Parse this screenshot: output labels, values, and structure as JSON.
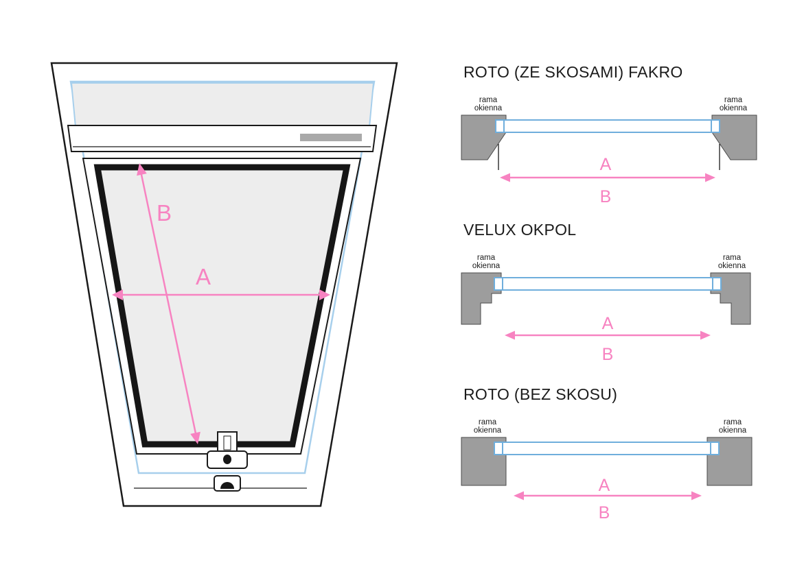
{
  "colors": {
    "pink": "#F783C1",
    "bar_blue": "#6FAEDC",
    "seal_blue": "#A7CFEC",
    "frame_gray": "#9D9D9D",
    "glass_gray": "#EDEDED",
    "outline": "#1A1A1A"
  },
  "left_diagram": {
    "label_a": "A",
    "label_b": "B"
  },
  "sections": [
    {
      "title": "ROTO (ZE SKOSAMI) FAKRO",
      "frame_label_line1": "rama",
      "frame_label_line2": "okienna",
      "label_a": "A",
      "label_b": "B"
    },
    {
      "title": "VELUX OKPOL",
      "frame_label_line1": "rama",
      "frame_label_line2": "okienna",
      "label_a": "A",
      "label_b": "B"
    },
    {
      "title": "ROTO (BEZ SKOSU)",
      "frame_label_line1": "rama",
      "frame_label_line2": "okienna",
      "label_a": "A",
      "label_b": "B"
    }
  ]
}
